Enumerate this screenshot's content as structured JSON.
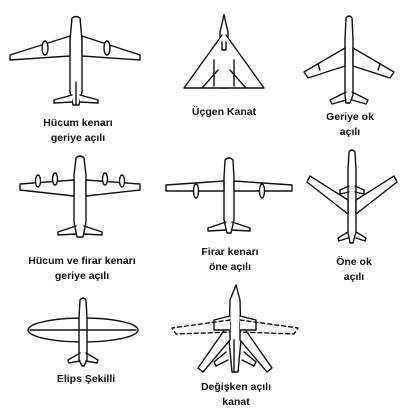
{
  "captions": {
    "swept_leading": [
      "Hücum kenarı",
      "geriye açılı"
    ],
    "delta": [
      "Üçgen Kanat"
    ],
    "swept_back": [
      "Geriye ok",
      "açılı"
    ],
    "swept_both": [
      "Hücum ve firar kenarı",
      "geriye açılı"
    ],
    "trailing_forward": [
      "Firar kenarı",
      "öne açılı"
    ],
    "forward_swept": [
      "Öne ok",
      "açılı"
    ],
    "elliptical": [
      "Elips Şekilli"
    ],
    "variable_sweep": [
      "Değişken açılı",
      "kanat"
    ]
  },
  "colors": {
    "ink": "#111111",
    "background": "#ffffff"
  }
}
